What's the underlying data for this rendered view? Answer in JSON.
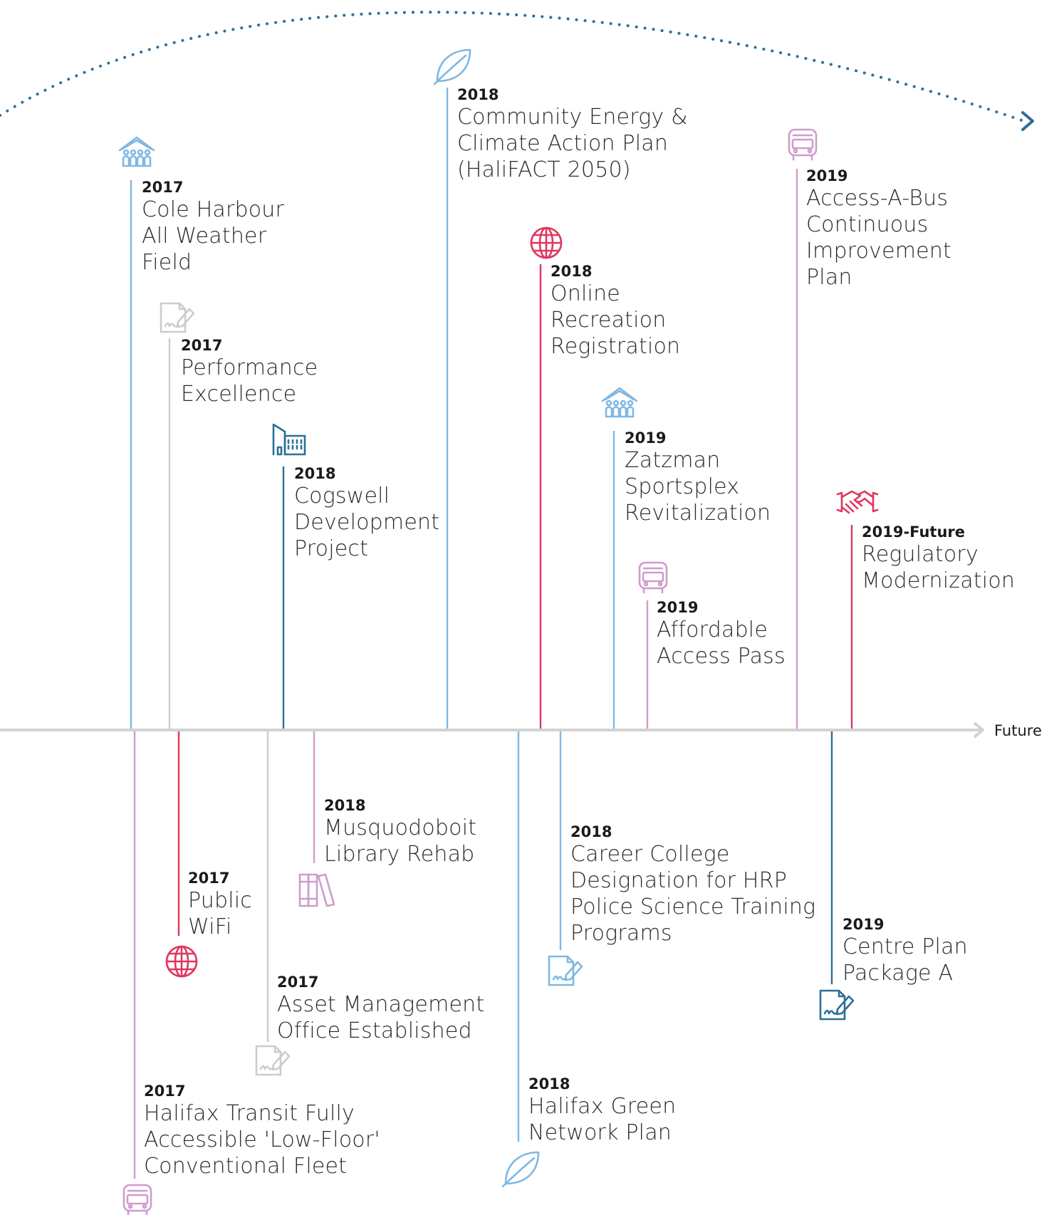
{
  "colors": {
    "light_blue": "#7fb8e3",
    "teal": "#2c6f95",
    "red": "#e0365e",
    "pink": "#cf9ccc",
    "grey": "#cccccc",
    "axis": "#d2d2d2",
    "dots": "#2f6f97"
  },
  "axis": {
    "end_label": "Future"
  },
  "milestones_above": [
    {
      "year": "2017",
      "title": "Cole Harbour\nAll Weather\nField",
      "icon": "community-people-icon",
      "color": "light_blue"
    },
    {
      "year": "2017",
      "title": "Performance\nExcellence",
      "icon": "signed-document-icon",
      "color": "grey"
    },
    {
      "year": "2018",
      "title": "Cogswell\nDevelopment\nProject",
      "icon": "city-buildings-icon",
      "color": "teal"
    },
    {
      "year": "2018",
      "title": "Community Energy &\nClimate Action Plan\n(HaliFACT 2050)",
      "icon": "leaf-icon",
      "color": "light_blue"
    },
    {
      "year": "2018",
      "title": "Online\nRecreation\nRegistration",
      "icon": "globe-icon",
      "color": "red"
    },
    {
      "year": "2019",
      "title": "Zatzman\nSportsplex\nRevitalization",
      "icon": "community-people-icon",
      "color": "light_blue"
    },
    {
      "year": "2019",
      "title": "Affordable\nAccess Pass",
      "icon": "bus-icon",
      "color": "pink"
    },
    {
      "year": "2019",
      "title": "Access-A-Bus\nContinuous\nImprovement\nPlan",
      "icon": "bus-icon",
      "color": "pink"
    },
    {
      "year": "2019-Future",
      "title": "Regulatory\nModernization",
      "icon": "handshake-icon",
      "color": "red"
    }
  ],
  "milestones_below": [
    {
      "year": "2017",
      "title": "Halifax Transit Fully\nAccessible 'Low-Floor'\nConventional Fleet",
      "icon": "bus-icon",
      "color": "pink"
    },
    {
      "year": "2017",
      "title": "Public\nWiFi",
      "icon": "globe-icon",
      "color": "red"
    },
    {
      "year": "2017",
      "title": "Asset Management\nOffice Established",
      "icon": "signed-document-icon",
      "color": "grey"
    },
    {
      "year": "2018",
      "title": "Musquodoboit\nLibrary Rehab",
      "icon": "books-icon",
      "color": "pink"
    },
    {
      "year": "2018",
      "title": "Halifax Green\nNetwork Plan",
      "icon": "leaf-icon",
      "color": "light_blue"
    },
    {
      "year": "2018",
      "title": "Career College\nDesignation for HRP\nPolice Science Training\nPrograms",
      "icon": "signed-document-icon",
      "color": "light_blue"
    },
    {
      "year": "2019",
      "title": "Centre Plan\nPackage A",
      "icon": "signed-document-icon",
      "color": "teal"
    }
  ]
}
